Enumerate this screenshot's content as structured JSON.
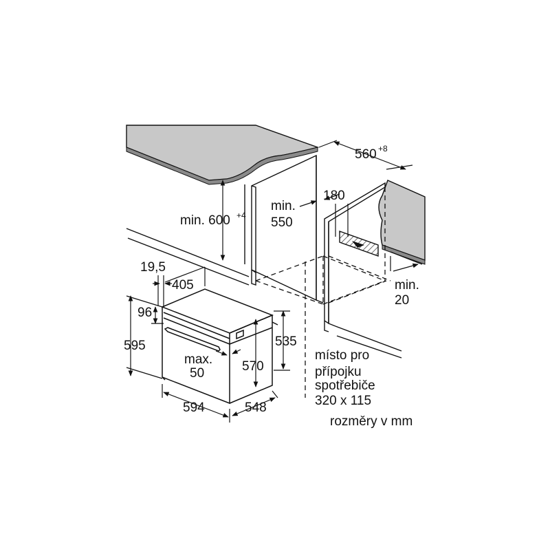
{
  "labels": {
    "d560": "560",
    "d560_tol": "+8",
    "d600": "min. 600",
    "d600_tol": "+4",
    "d550_a": "min.",
    "d550_b": "550",
    "d180": "180",
    "d20_a": "min.",
    "d20_b": "20",
    "d19_5": "19,5",
    "d405": "405",
    "d96": "96",
    "d595": "595",
    "d535": "535",
    "d570": "570",
    "dmax_a": "max.",
    "dmax_b": "50",
    "d594": "594",
    "d548": "548",
    "conn_1": "místo pro",
    "conn_2": "přípojku",
    "conn_3": "spotřebiče",
    "conn_4": "320 x 115",
    "units": "rozměry v mm"
  },
  "colors": {
    "line": "#111111",
    "worktop": "#c8c8c8",
    "hatch": "#444444"
  }
}
